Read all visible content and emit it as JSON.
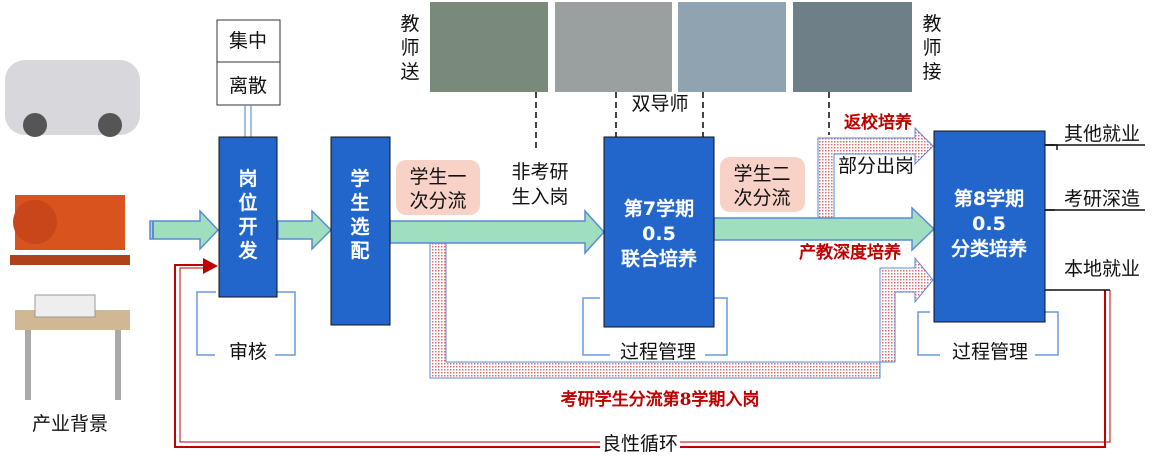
{
  "colors": {
    "box": "#2266cc",
    "arrow": "#9fdfc0",
    "pink": "#f8d2c6",
    "red": "#c00000"
  },
  "background": {
    "label": "产业背景",
    "images": [
      "car-image",
      "pump-image",
      "sewing-machine-image"
    ]
  },
  "modes": [
    "集中",
    "离散"
  ],
  "box1": [
    "岗",
    "位",
    "开",
    "发"
  ],
  "box2": [
    "学",
    "生",
    "选",
    "配"
  ],
  "split1": [
    "学生一",
    "次分流"
  ],
  "non_grad": [
    "非考研",
    "生入岗"
  ],
  "sem7": [
    "第7学期",
    "0.5",
    "联合培养"
  ],
  "split2": [
    "学生二",
    "次分流"
  ],
  "sem8": [
    "第8学期",
    "0.5",
    "分类培养"
  ],
  "teacher_send": [
    "教",
    "师",
    "送"
  ],
  "teacher_pick": [
    "教",
    "师",
    "接"
  ],
  "dual_mentor": "双导师",
  "return_school": "返校培养",
  "partial_exit": "部分出岗",
  "deep_training": "产教深度培养",
  "review": "审核",
  "process_mgmt": "过程管理",
  "grad_flow": "考研学生分流第8学期入岗",
  "cycle": "良性循环",
  "outputs": [
    "其他就业",
    "考研深造",
    "本地就业"
  ]
}
